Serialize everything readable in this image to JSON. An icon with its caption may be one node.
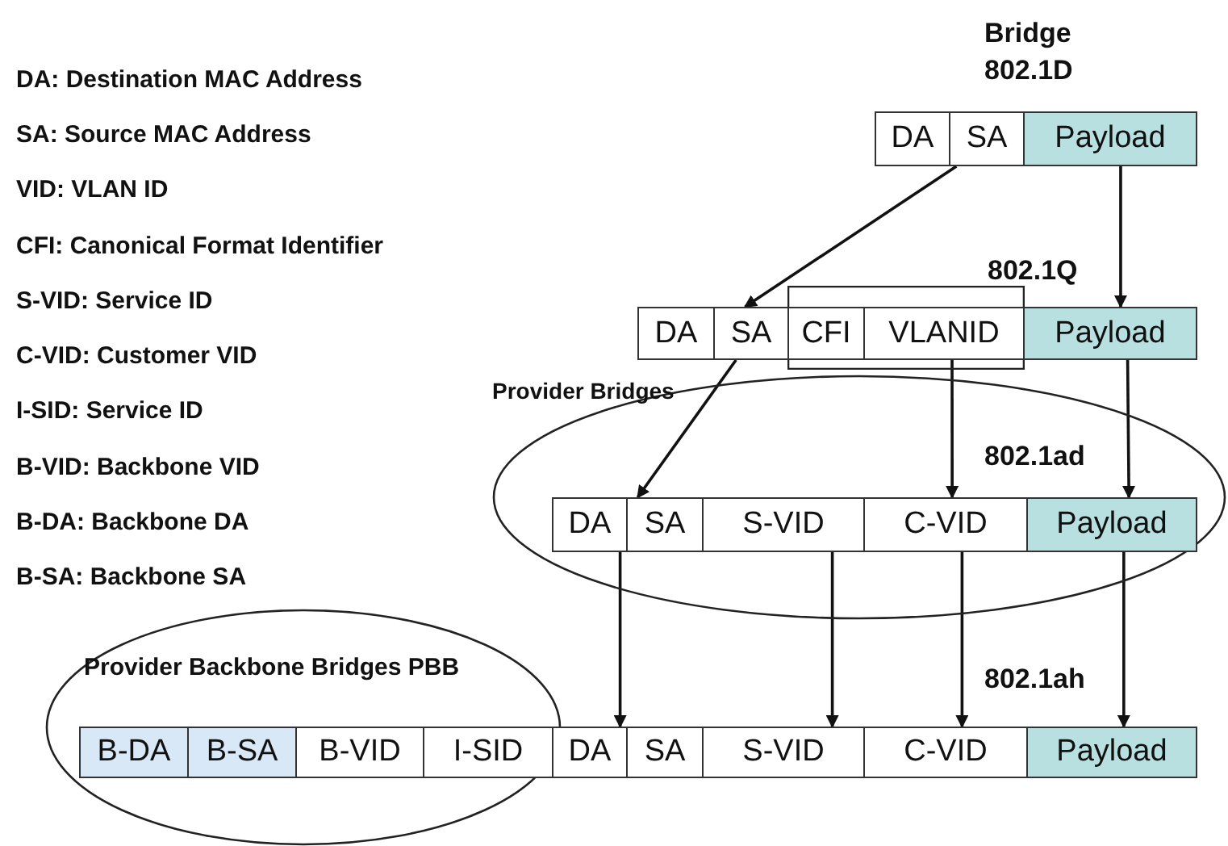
{
  "diagram": {
    "nodes": [
      {
        "text": [
          "DA"
        ]
      },
      {
        "text": [
          "SA"
        ]
      },
      {
        "text": [
          "Payload"
        ]
      },
      {
        "text": [
          "DA"
        ]
      },
      {
        "text": [
          "SA"
        ]
      },
      {
        "text": [],
        "shape": "box"
      },
      {
        "text": [
          "CFI"
        ],
        "in": 5
      },
      {
        "text": [
          "VLANID"
        ],
        "in": 5
      },
      {
        "text": [
          "Payload"
        ]
      },
      {
        "text": [
          "Provider Bridges"
        ]
      },
      {
        "text": [
          "DA"
        ],
        "in": 9
      },
      {
        "text": [
          "SA"
        ],
        "in": 9
      },
      {
        "text": [
          "S-VID"
        ],
        "in": 9
      },
      {
        "text": [
          "C-VID"
        ],
        "in": 9
      },
      {
        "text": [
          "Payload"
        ],
        "in": 9
      },
      {
        "text": [
          "Provider Backbone Bridges PBB"
        ]
      },
      {
        "text": [
          "B-DA"
        ],
        "in": 15
      },
      {
        "text": [
          "B-SA"
        ],
        "in": 15
      },
      {
        "text": [
          "B-VID"
        ],
        "in": 15
      },
      {
        "text": [
          "I-SID"
        ],
        "in": 15
      },
      {
        "text": [
          "DA"
        ]
      },
      {
        "text": [
          "SA"
        ]
      },
      {
        "text": [
          "S-VID"
        ]
      },
      {
        "text": [
          "C-VID"
        ]
      },
      {
        "text": [
          "Payload"
        ]
      }
    ],
    "edges": [
      {
        "from": 1,
        "to": 4,
        "arrow": "to"
      },
      {
        "from": 2,
        "to": 8,
        "arrow": "to"
      },
      {
        "from": 4,
        "to": 11,
        "arrow": "to"
      },
      {
        "from": 7,
        "to": 13,
        "arrow": "to"
      },
      {
        "from": 8,
        "to": 14,
        "arrow": "to"
      },
      {
        "from": 10,
        "to": 20,
        "arrow": "to"
      },
      {
        "from": 12,
        "to": 22,
        "arrow": "to"
      },
      {
        "from": 13,
        "to": 23,
        "arrow": "to"
      },
      {
        "from": 14,
        "to": 24,
        "arrow": "to"
      }
    ],
    "labels": [
      "Bridge 802.1D",
      "DA: Destination MAC Address",
      "SA: Source MAC Address",
      "VID: VLAN ID",
      "CFI: Canonical Format Identifier",
      "802.1Q",
      "S-VID: Service ID",
      "C-VID: Customer VID",
      "I-SID: Service ID",
      "B-VID: Backbone VID",
      "802.1ad",
      "B-DA: Backbone DA",
      "B-SA: Backbone SA",
      "802.1ah"
    ]
  }
}
